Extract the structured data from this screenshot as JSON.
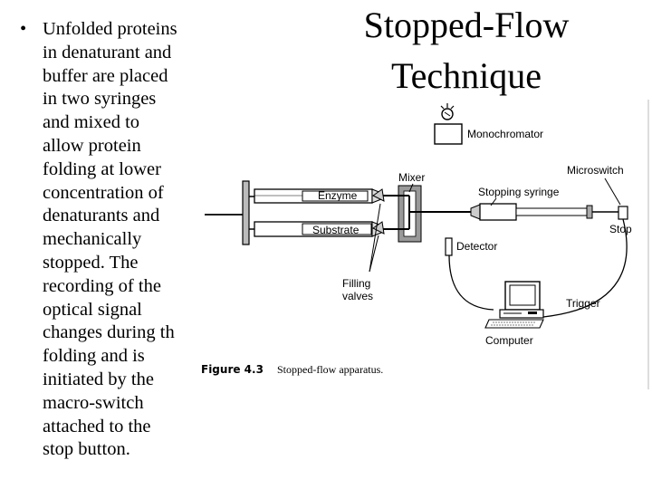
{
  "slide": {
    "title_line1": "Stopped-Flow",
    "title_line2": "Technique",
    "bullet_symbol": "•",
    "bullet_text": "Unfolded proteins\nin denaturant and\nbuffer are placed\nin two syringes\nand mixed to\nallow protein\nfolding at lower\nconcentration of\ndenaturants and\nmechanically\nstopped. The\nrecording of the\noptical signal\nchanges during th\nfolding and is\ninitiated by the\nmacro-switch\nattached to the\nstop button."
  },
  "diagram": {
    "labels": {
      "monochromator": "Monochromator",
      "mixer": "Mixer",
      "microswitch": "Microswitch",
      "enzyme": "Enzyme",
      "stopping_syringe": "Stopping syringe",
      "substrate": "Substrate",
      "stop": "Stop",
      "detector": "Detector",
      "filling_valves_1": "Filling",
      "filling_valves_2": "valves",
      "trigger": "Trigger",
      "computer": "Computer"
    },
    "caption": {
      "figure_label": "Figure 4.3",
      "text": "Stopped-flow apparatus."
    }
  }
}
